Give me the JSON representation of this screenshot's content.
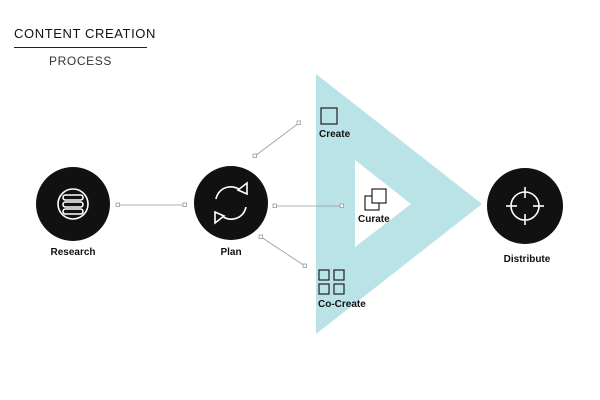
{
  "header": {
    "title": "CONTENT CREATION",
    "subtitle": "PROCESS"
  },
  "colors": {
    "circle": "#111111",
    "triangle": "#b9e3e6",
    "connector": "#999999"
  },
  "nodes": {
    "research": {
      "label": "Research",
      "icon": "stacked-lines-icon"
    },
    "plan": {
      "label": "Plan",
      "icon": "refresh-arrows-icon"
    },
    "distribute": {
      "label": "Distribute",
      "icon": "crosshair-target-icon"
    }
  },
  "stages": {
    "create": {
      "label": "Create",
      "icon": "square-icon"
    },
    "curate": {
      "label": "Curate",
      "icon": "overlapping-squares-icon"
    },
    "cocreate": {
      "label": "Co-Create",
      "icon": "grid-squares-icon"
    }
  }
}
